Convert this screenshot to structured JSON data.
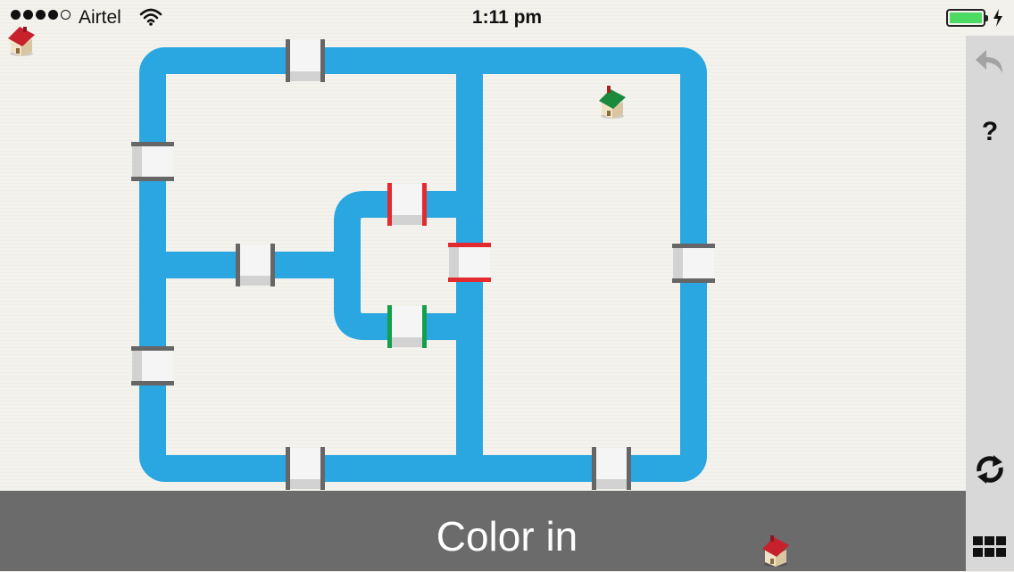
{
  "status_bar": {
    "signal_bars_filled": 4,
    "signal_bars_total": 5,
    "carrier": "Airtel",
    "time": "1:11 pm",
    "battery_level": 1.0,
    "charging": true
  },
  "colors": {
    "pipe": "#2aa6e0",
    "battery": "#4cd964",
    "valve_red": "#e32a30",
    "valve_green": "#12a04a",
    "valve_gray": "#666666",
    "sidebar": "#d8d8d8",
    "bottom_bar": "#6b6b6b"
  },
  "sidebar": {
    "undo_icon": "undo-arrow-icon",
    "help_label": "?",
    "restart_icon": "refresh-icon",
    "menu_icon": "grid-menu-icon"
  },
  "bottom_bar": {
    "label": "Color in"
  },
  "houses": [
    {
      "name": "house-red-top-left",
      "roof": "red"
    },
    {
      "name": "house-green",
      "roof": "green"
    },
    {
      "name": "house-red-bottom",
      "roof": "red"
    }
  ],
  "valves": [
    {
      "name": "valve-top",
      "color": "gray"
    },
    {
      "name": "valve-left-upper",
      "color": "gray"
    },
    {
      "name": "valve-middle-horizontal",
      "color": "gray"
    },
    {
      "name": "valve-left-lower",
      "color": "gray"
    },
    {
      "name": "valve-bottom-left",
      "color": "gray"
    },
    {
      "name": "valve-bottom-right",
      "color": "gray"
    },
    {
      "name": "valve-right",
      "color": "gray"
    },
    {
      "name": "valve-loop-top",
      "color": "red"
    },
    {
      "name": "valve-center-vertical",
      "color": "red"
    },
    {
      "name": "valve-loop-bottom",
      "color": "green"
    }
  ]
}
